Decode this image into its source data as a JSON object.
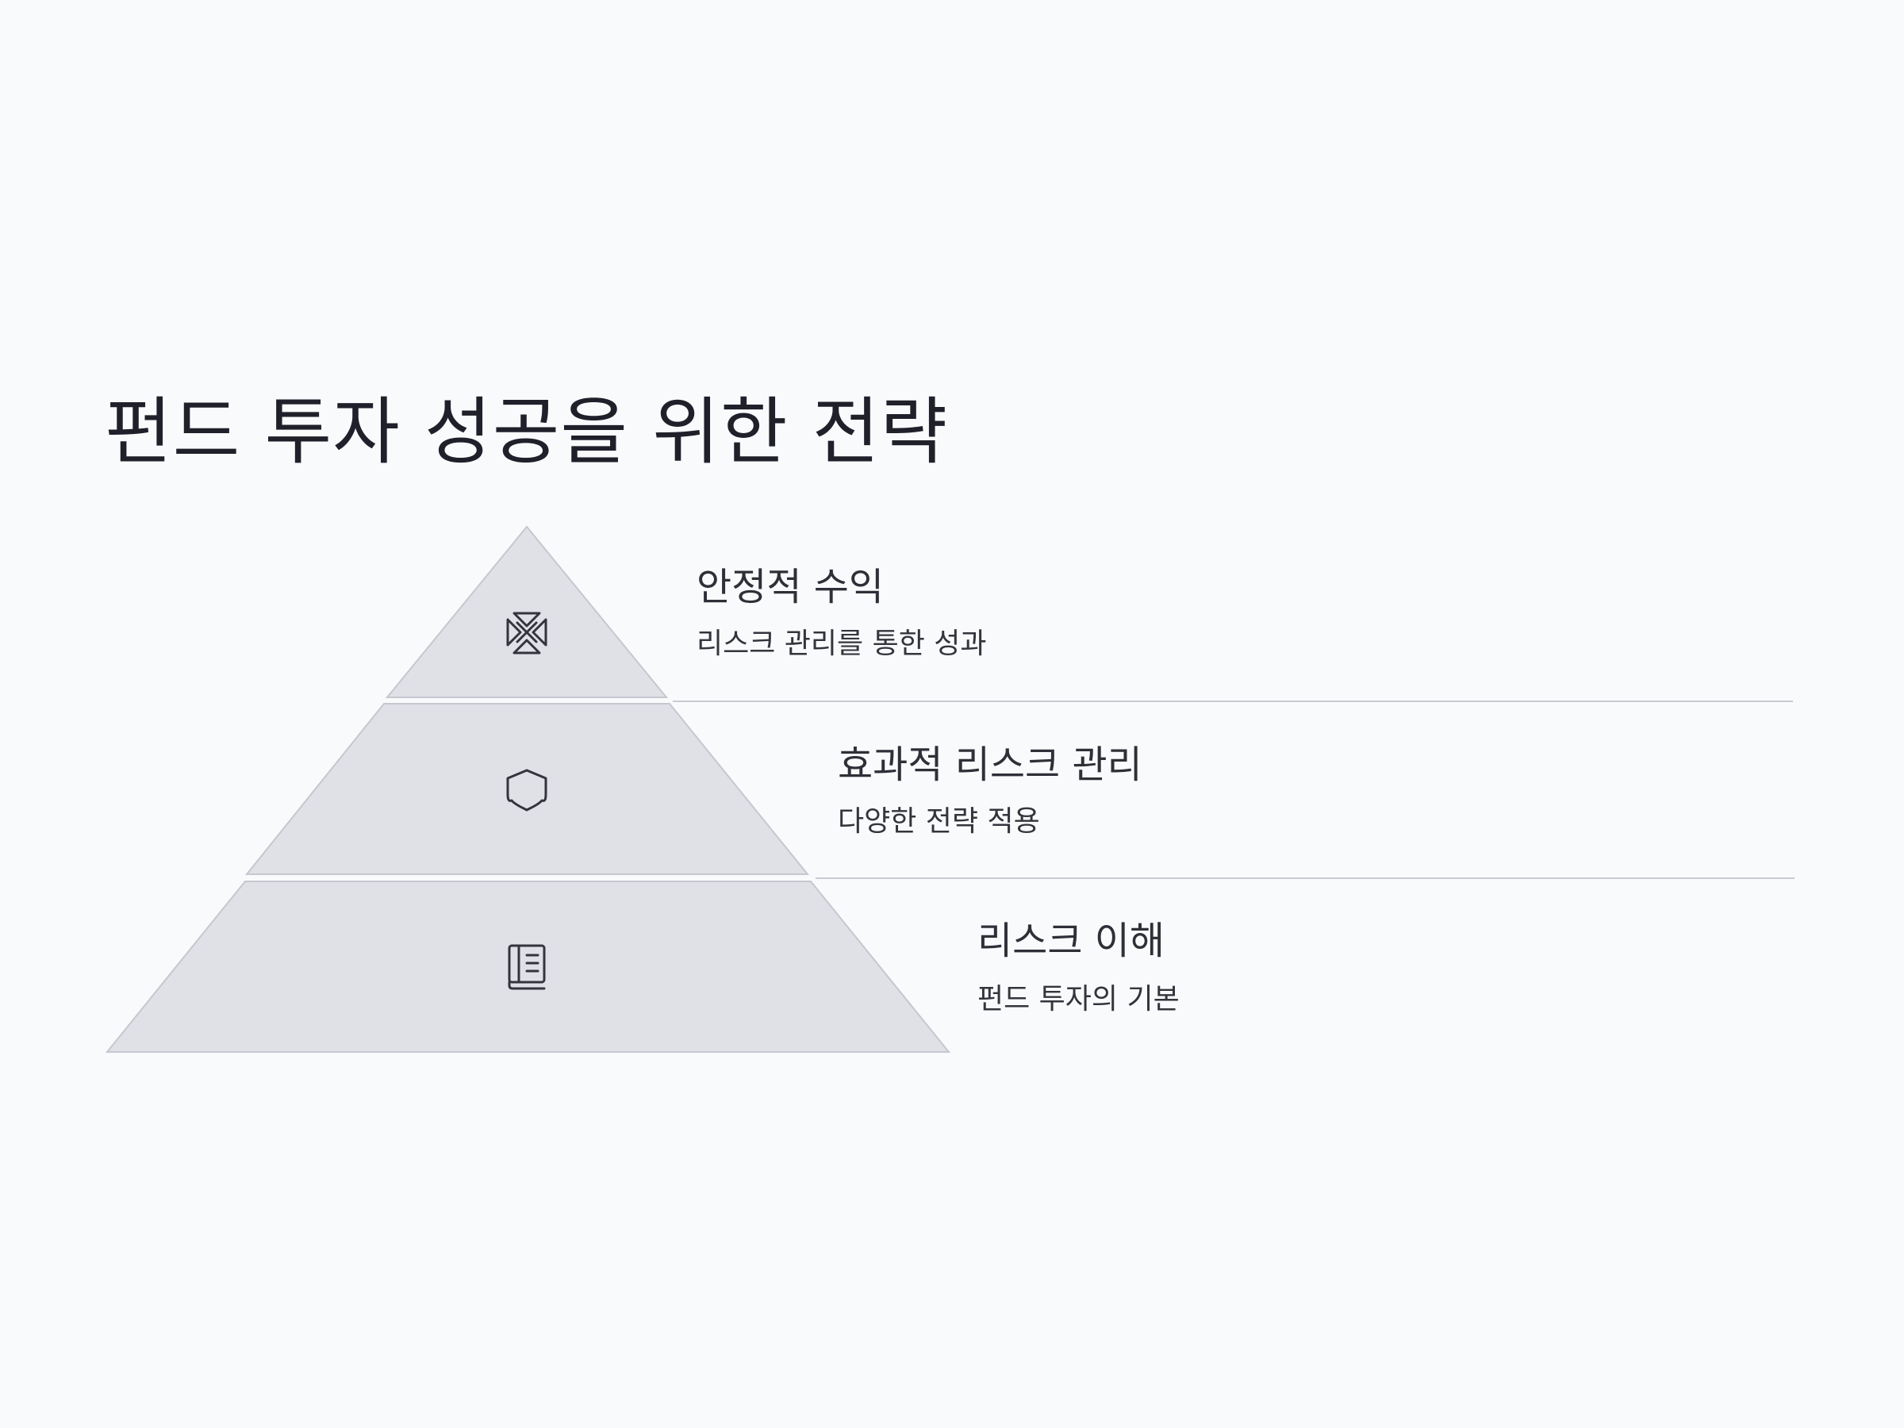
{
  "title": "펀드 투자 성공을 위한 전략",
  "tiers": [
    {
      "title": "안정적 수익",
      "subtitle": "리스크 관리를 통한 성과",
      "icon": "arrows-inward-icon"
    },
    {
      "title": "효과적 리스크 관리",
      "subtitle": "다양한 전략 적용",
      "icon": "shield-icon"
    },
    {
      "title": "리스크 이해",
      "subtitle": "펀드 투자의 기본",
      "icon": "book-icon"
    }
  ],
  "colors": {
    "background": "#f9fafc",
    "tier_fill": "#e0e1e7",
    "tier_stroke": "#c6c7cf",
    "text": "#2a2a33"
  }
}
